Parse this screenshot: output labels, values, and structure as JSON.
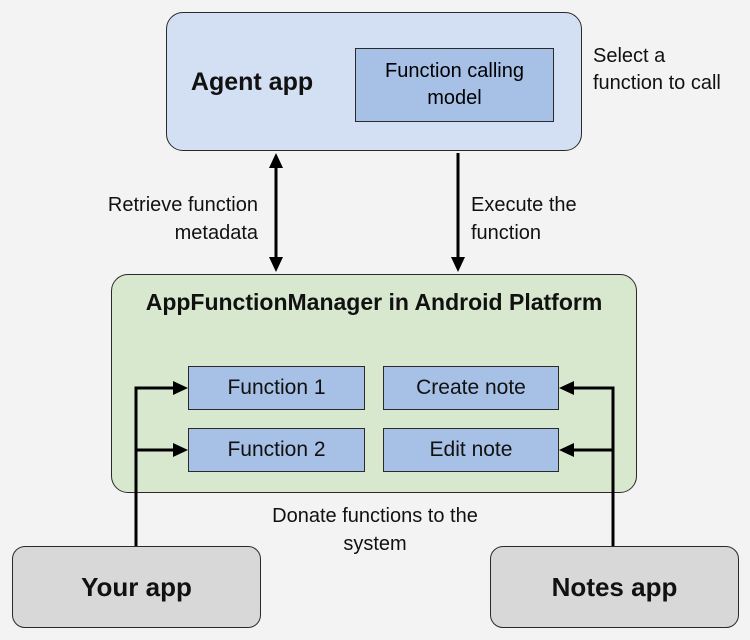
{
  "agent_app": {
    "title": "Agent app",
    "model_label": "Function calling model",
    "side_note": "Select a function to call"
  },
  "edges": {
    "retrieve_label": "Retrieve function metadata",
    "execute_label": "Execute the function",
    "donate_label": "Donate functions to the system"
  },
  "manager": {
    "title": "AppFunctionManager in Android Platform",
    "functions": [
      "Function 1",
      "Function 2",
      "Create note",
      "Edit note"
    ]
  },
  "apps": {
    "your_app": "Your app",
    "notes_app": "Notes app"
  },
  "colors": {
    "agent_fill": "#d3e0f3",
    "function_fill": "#a6c0e6",
    "manager_fill": "#d8e8cf",
    "app_fill": "#d8d8d8",
    "background": "#f3f3f3"
  }
}
